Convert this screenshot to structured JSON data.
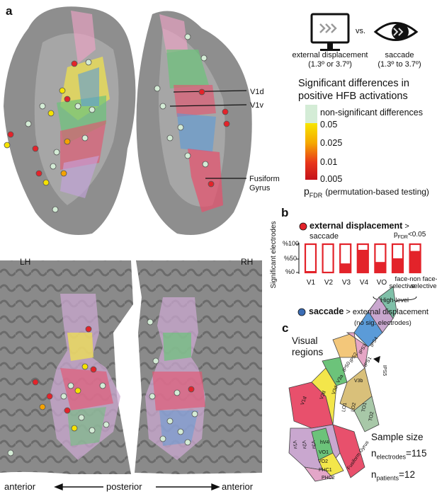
{
  "panels": {
    "a": "a",
    "b": "b",
    "c": "c"
  },
  "conditions": {
    "left_label": "external displacement",
    "left_range": "(1.3º or 3.7º)",
    "vs": "vs.",
    "right_label": "saccade",
    "right_range": "(1.3º to 3.7º)"
  },
  "legend": {
    "title_line1": "Significant differences in",
    "title_line2": "positive HFB activations",
    "non_sig": "non-significant differences",
    "ticks": [
      "0.05",
      "0.025",
      "0.01",
      "0.005"
    ],
    "p_label": "p",
    "p_sub": "FDR",
    "p_desc": "(permutation-based testing)",
    "colors": {
      "nonsig": "#d4ecd6",
      "p05": "#f6e300",
      "p025": "#f4a200",
      "p01": "#e8351a",
      "p005": "#c4121a"
    }
  },
  "brain_labels": {
    "v1d": "V1d",
    "v1v": "V1v",
    "fusiform_line1": "Fusiform",
    "fusiform_line2": "Gyrus",
    "lh": "LH",
    "rh": "RH",
    "anterior_left": "anterior",
    "posterior": "posterior",
    "anterior_right": "anterior"
  },
  "panel_b": {
    "legend_red_bold": "external displacement",
    "legend_red_rest": " > saccade",
    "p_note_p": "p",
    "p_note_sub": "FDR",
    "p_note_val": "<0.05",
    "legend_blue_bold": "saccade",
    "legend_blue_rest": " > external displacement",
    "no_sig": "(no sig. electrodes)",
    "high_level": "High-level",
    "ylabel": "Significant electrodes",
    "colors": {
      "red": "#e3232a",
      "blue": "#3b6db5"
    }
  },
  "chart_data": {
    "type": "bar",
    "categories": [
      "V1",
      "V2",
      "V3",
      "V4",
      "VO",
      "face-selective",
      "non face-selective"
    ],
    "values": [
      5,
      0,
      32,
      80,
      37,
      50,
      76
    ],
    "yticks": [
      "%0",
      "%50",
      "%100"
    ],
    "ylabel": "Significant electrodes",
    "ylim": [
      0,
      100
    ]
  },
  "panel_c": {
    "title_line1": "Visual",
    "title_line2": "regions",
    "region_labels": [
      "IPS4",
      "IPS3",
      "IPS2",
      "IPS1",
      "IPS0",
      "IPS5",
      "V3b",
      "V3a",
      "V3d",
      "V2d",
      "V1d",
      "LO1",
      "LO2",
      "TO1",
      "TO2",
      "V1v",
      "V2v",
      "V3v",
      "hV4",
      "VO1",
      "VO2",
      "PHC1",
      "PHC2",
      "Fusiform Gyrus"
    ],
    "sample_size": "Sample size",
    "n_letter": "n",
    "electrodes_sub": "electrodes",
    "electrodes_val": "=115",
    "patients_sub": "patients",
    "patients_val": "=12"
  }
}
